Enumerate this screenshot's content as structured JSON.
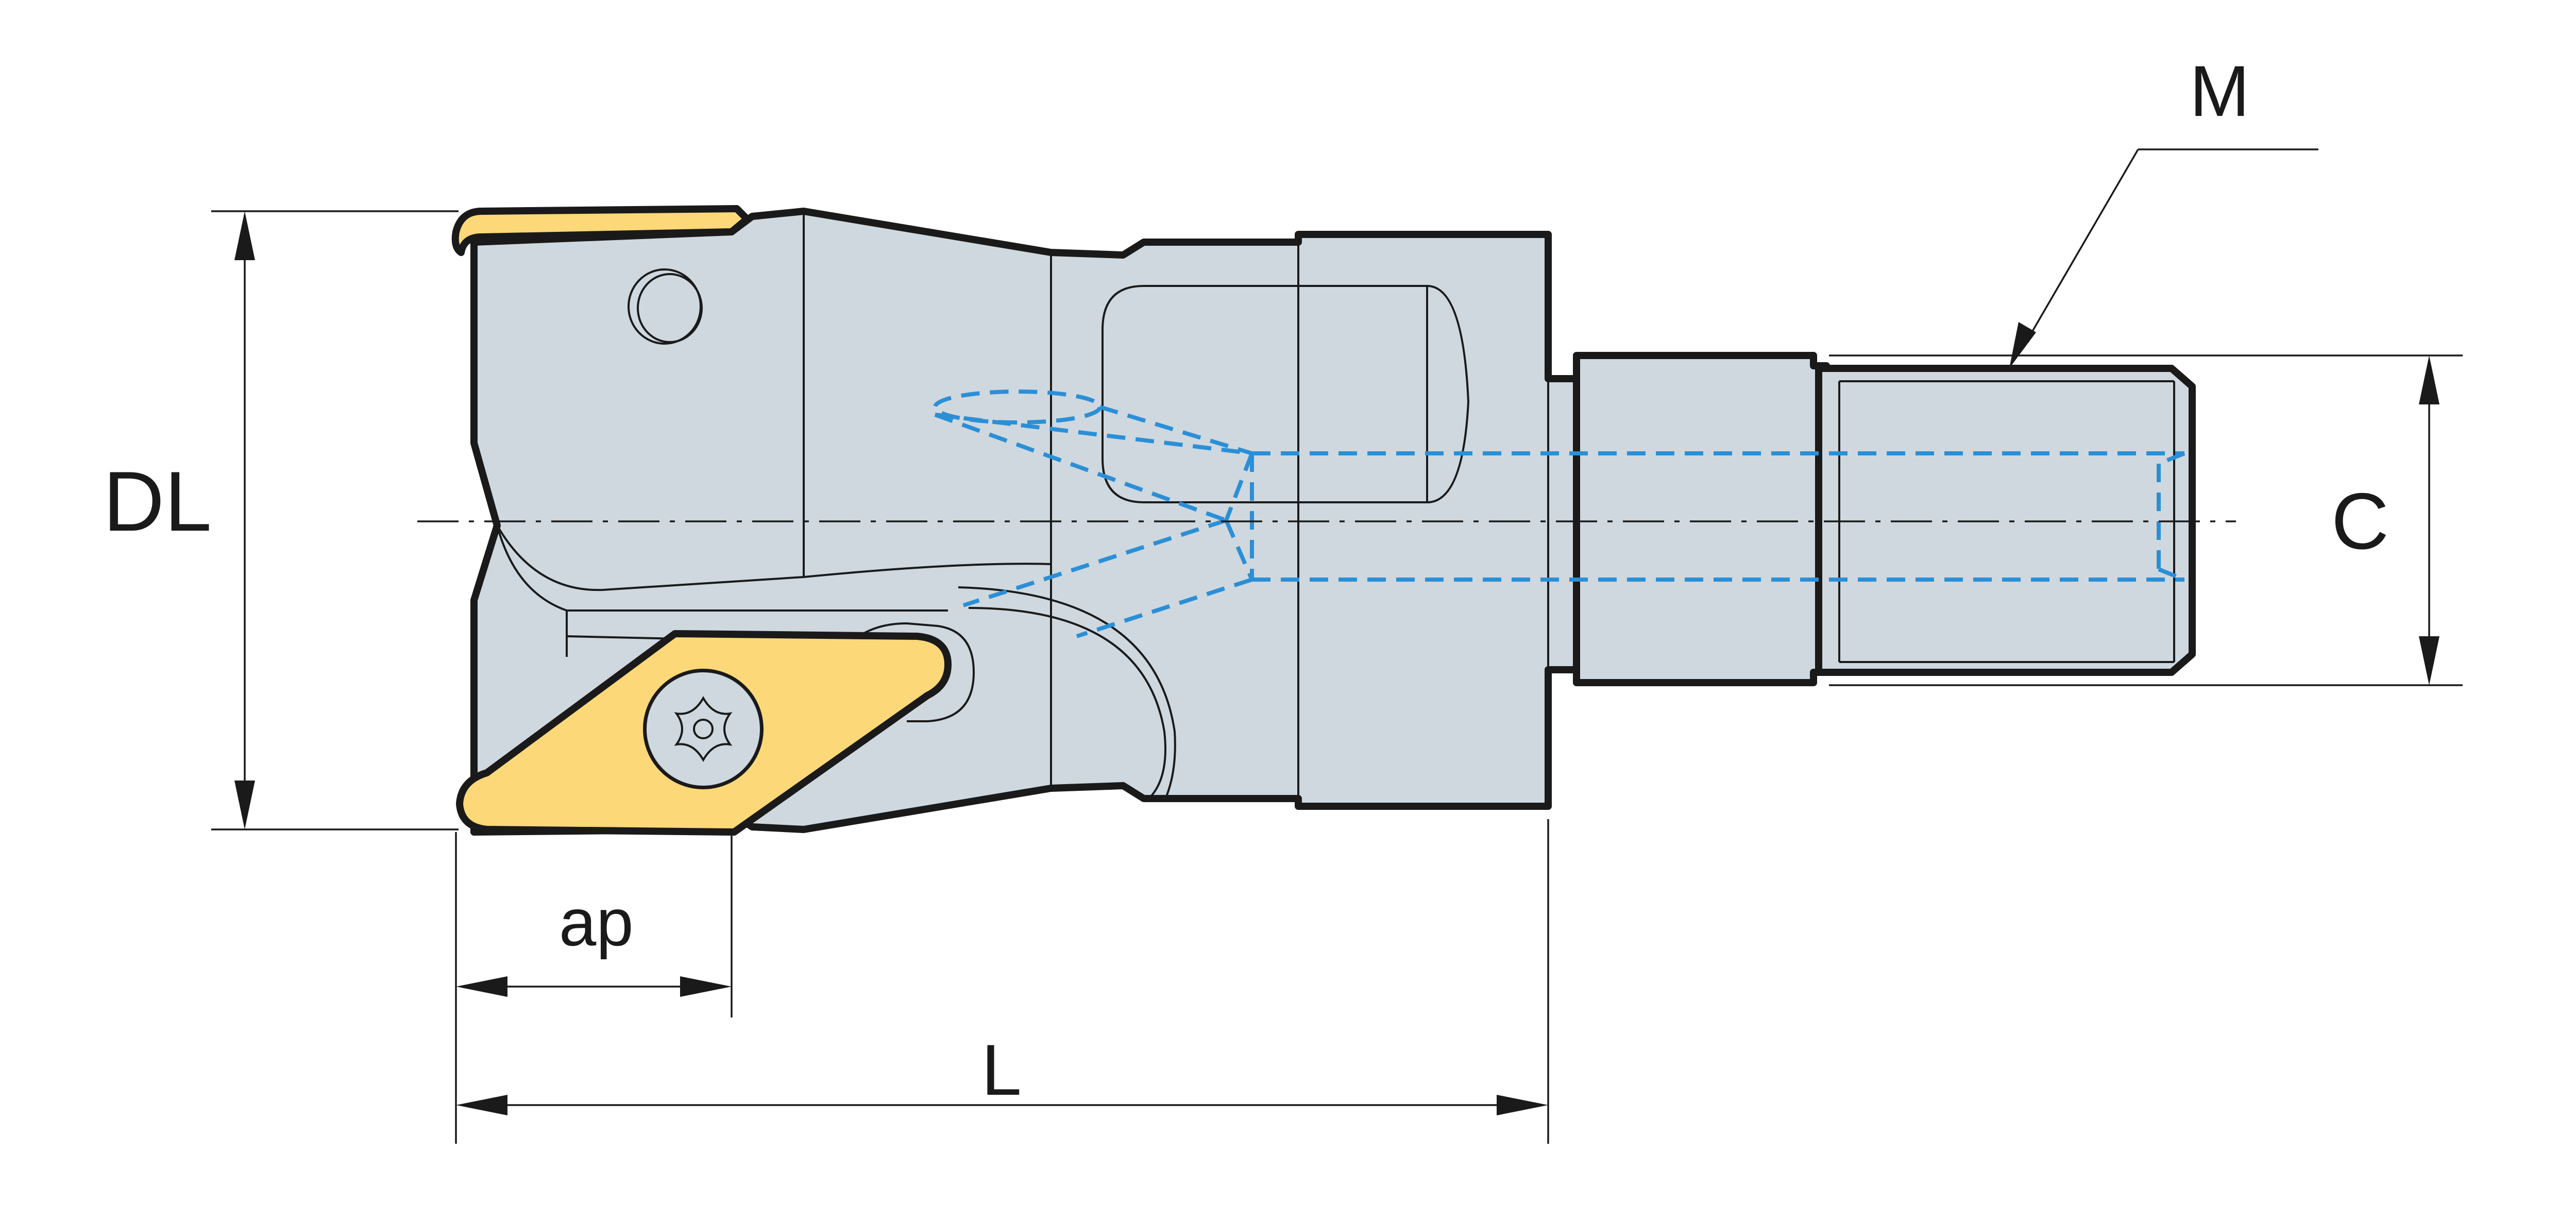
{
  "dimensions": {
    "dl": "DL",
    "ap": "ap",
    "l": "L",
    "m": "M",
    "c": "C"
  },
  "colors": {
    "body": "#cfd8df",
    "insert": "#fdd878",
    "coolant_channel": "#2b8fd6",
    "outline": "#1a1a1a"
  },
  "icons": {
    "screw": "torx-screw-icon"
  }
}
